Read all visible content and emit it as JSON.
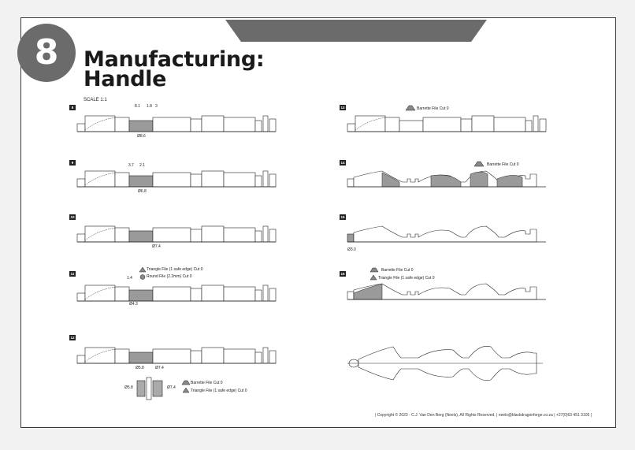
{
  "header": {
    "section_number": "8",
    "title_line1": "Manufacturing:",
    "title_line2": "Handle",
    "scale": "SCALE 1:1"
  },
  "steps": {
    "s8": {
      "number": "8",
      "dim_a": "8.1",
      "dim_b": "1.8",
      "dim_c": "3",
      "diameter": "Ø8.6"
    },
    "s9": {
      "number": "9",
      "dim_a": "3.7",
      "dim_b": "2.1",
      "diameter": "Ø6.8"
    },
    "s10": {
      "number": "10",
      "diameter": "Ø7.4"
    },
    "s11": {
      "number": "11",
      "note1": "Triangle File (1 safe edge) Cut 0",
      "note2": "Round File (2.2mm) Cut 0",
      "dim_a": "1.4",
      "diameter": "Ø4.3"
    },
    "s12": {
      "number": "12",
      "diameter1": "Ø5.8",
      "diameter2": "Ø7.4",
      "detail_d1": "Ø5.8",
      "detail_d2": "Ø7.4",
      "note1": "Barrette File Cut 0",
      "note2": "Triangle File (1 safe edge) Cut 0"
    },
    "s13": {
      "number": "13",
      "note1": "Barrette File Cut 0"
    },
    "s14": {
      "number": "14",
      "note1": "Barrette File Cut 0"
    },
    "s15": {
      "number": "15",
      "diameter": "Ø3.0"
    },
    "s16": {
      "number": "16",
      "note1": "Barrette File Cut 0",
      "note2": "Triangle File (1 safe edge) Cut 0"
    }
  },
  "footer": {
    "text": "| Copyright © 2023 - C.J. Van Den Berg (Neels), All Rights Reserved. | neels@blackdragonforge.co.za | +27(0)63 451 3105 |"
  },
  "colors": {
    "band": "#6b6b6b",
    "fill_cut": "#9a9a9a",
    "line": "#222222"
  }
}
